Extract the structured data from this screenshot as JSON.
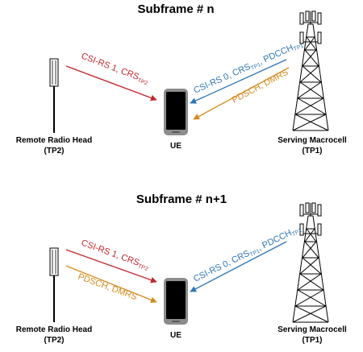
{
  "colors": {
    "red": "#c0272d",
    "blue": "#2e75b6",
    "orange": "#d48a1f"
  },
  "icons": {
    "rrh": "remote-radio-head-icon",
    "tower": "macrocell-tower-icon",
    "ue": "smartphone-icon"
  },
  "panels": [
    {
      "title": "Subframe # n",
      "rrh_name": "Remote Radio Head",
      "rrh_tp": "(TP2)",
      "ue_label": "UE",
      "macro_name": "Serving Macrocell",
      "macro_tp": "(TP1)",
      "signals": {
        "rrh_csi": {
          "main": "CSI-RS 1, CRS",
          "sub": "TP2"
        },
        "macro_csi": {
          "main1": "CSI-RS 0, CRS",
          "sub1": "TP1",
          "main2": ", PDCCH",
          "sub2": "TP1"
        },
        "data": {
          "main": "PDSCH, DMRS"
        }
      }
    },
    {
      "title": "Subframe # n+1",
      "rrh_name": "Remote Radio Head",
      "rrh_tp": "(TP2)",
      "ue_label": "UE",
      "macro_name": "Serving Macrocell",
      "macro_tp": "(TP1)",
      "signals": {
        "rrh_csi": {
          "main": "CSI-RS 1, CRS",
          "sub": "TP2"
        },
        "macro_csi": {
          "main1": "CSI-RS 0, CRS",
          "sub1": "TP1",
          "main2": ", PDCCH",
          "sub2": "TP1"
        },
        "data": {
          "main": "PDSCH, DMRS"
        }
      }
    }
  ]
}
